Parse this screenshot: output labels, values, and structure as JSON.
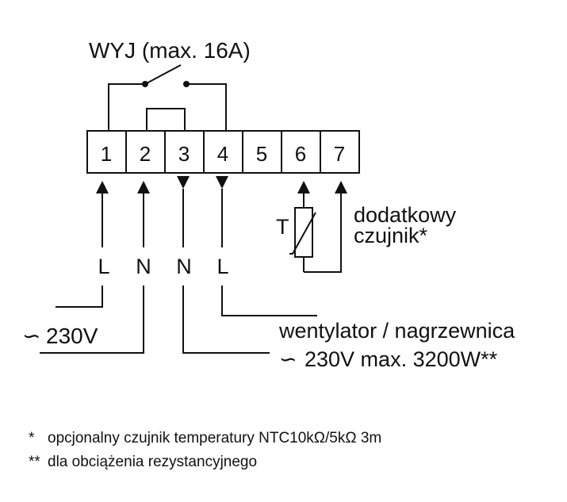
{
  "relay_label": "WYJ (max. 16A)",
  "terminals": [
    "1",
    "2",
    "3",
    "4",
    "5",
    "6",
    "7"
  ],
  "supply_labels": [
    "L",
    "N",
    "N",
    "L"
  ],
  "sensor_symbol": "T",
  "sensor_label": [
    "dodatkowy",
    "czujnik*"
  ],
  "supply": {
    "tilde": "∽",
    "voltage": "230V"
  },
  "load": {
    "title": "wentylator / nagrzewnica",
    "tilde": "∽",
    "spec": "230V max. 3200W**"
  },
  "notes": [
    {
      "mark": "*",
      "text": "opcjonalny czujnik temperatury NTC10kΩ/5kΩ 3m"
    },
    {
      "mark": "**",
      "text": "dla obciążenia rezystancyjnego"
    }
  ],
  "colors": {
    "ink": "#111111",
    "background": "#ffffff"
  }
}
